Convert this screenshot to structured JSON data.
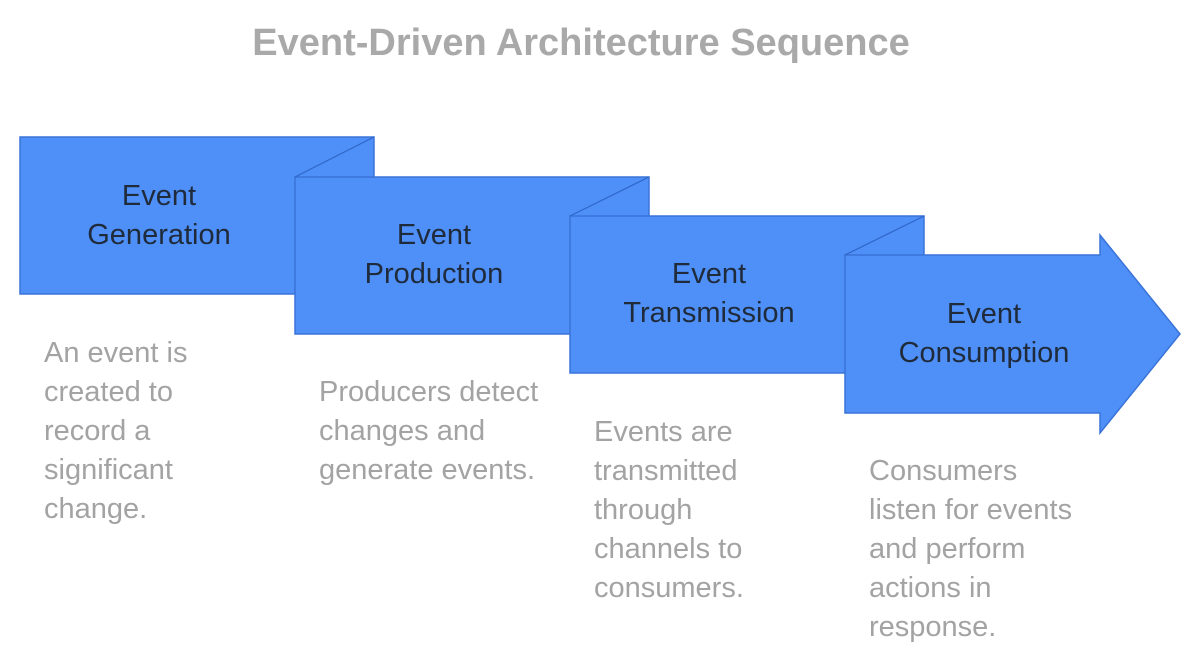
{
  "title": "Event-Driven Architecture Sequence",
  "colors": {
    "box_fill": "#4e8ff8",
    "box_border": "#3a73d8",
    "fold_line": "#2f66c8",
    "title_text": "#a9a9a9",
    "step_text": "#1f2b3a",
    "description_text": "#a3a3a3"
  },
  "steps": [
    {
      "line1": "Event",
      "line2": "Generation",
      "description": [
        "An event is",
        "created to",
        "record a",
        "significant",
        "change."
      ]
    },
    {
      "line1": "Event",
      "line2": "Production",
      "description": [
        "Producers detect",
        "changes and",
        "generate events."
      ]
    },
    {
      "line1": "Event",
      "line2": "Transmission",
      "description": [
        "Events are",
        "transmitted",
        "through",
        "channels to",
        "consumers."
      ]
    },
    {
      "line1": "Event",
      "line2": "Consumption",
      "description": [
        "Consumers",
        "listen for events",
        "and perform",
        "actions in",
        "response."
      ]
    }
  ]
}
